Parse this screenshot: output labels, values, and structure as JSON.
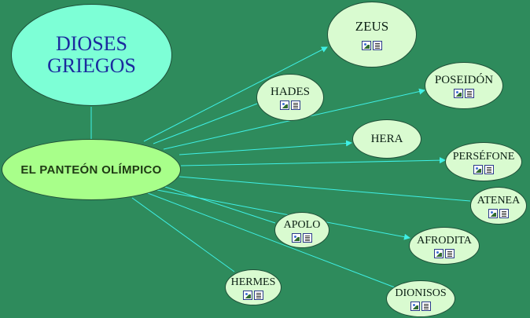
{
  "map": {
    "title": "DIOSES\nGRIEGOS",
    "root": "EL PANTEÓN OLÍMPICO",
    "colors": {
      "background": "#2e8b5c",
      "title_fill": "#7dffd6",
      "title_text": "#1b2a9e",
      "root_fill": "#a8ff8a",
      "node_fill": "#d9fbd0",
      "line": "#3ff0e6"
    },
    "icon_names": [
      "image-icon",
      "document-icon"
    ],
    "gods": [
      "ZEUS",
      "HADES",
      "POSEIDÓN",
      "HERA",
      "PERSÉFONE",
      "ATENEA",
      "APOLO",
      "AFRODITA",
      "HERMES",
      "DIONISOS"
    ]
  }
}
